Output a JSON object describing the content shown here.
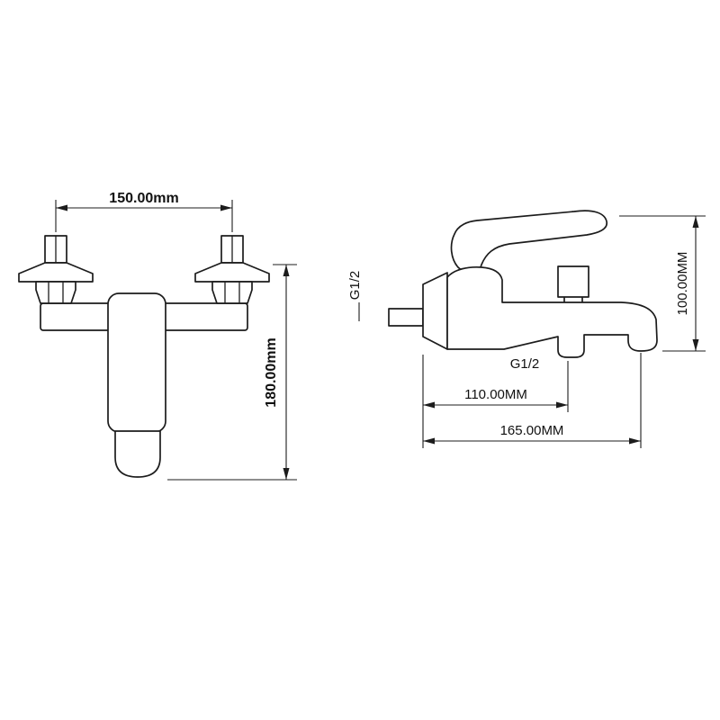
{
  "drawing": {
    "background_color": "#ffffff",
    "line_color": "#1c1c1c"
  },
  "front_view": {
    "width_dim": "150.00mm",
    "height_dim": "180.00mm"
  },
  "side_view": {
    "inlet_thread": "G1/2",
    "outlet_thread": "G1/2",
    "height_dim": "100.00MM",
    "outlet_offset_dim": "110.00MM",
    "depth_dim": "165.00MM"
  }
}
